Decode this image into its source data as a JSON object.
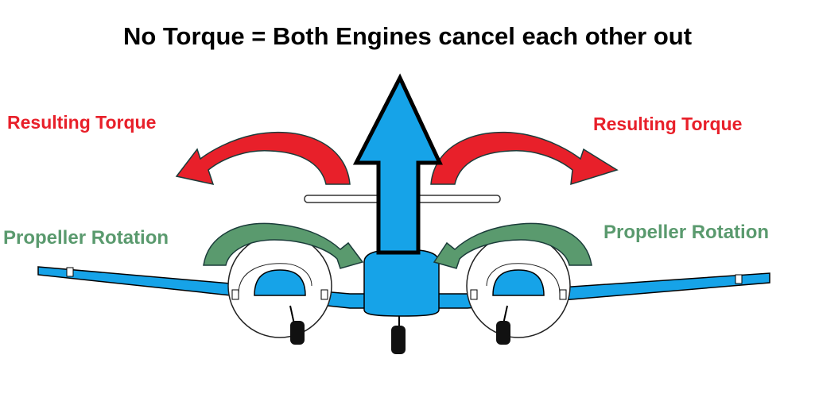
{
  "title": "No Torque = Both Engines cancel each other out",
  "labels": {
    "torque_left": "Resulting Torque",
    "torque_right": "Resulting Torque",
    "prop_left": "Propeller Rotation",
    "prop_right": "Propeller Rotation"
  },
  "colors": {
    "torque": "#e8202a",
    "propeller": "#5a9a6e",
    "thrust_arrow": "#16a3e8",
    "aircraft_blue": "#16a3e8",
    "outline": "#000000"
  },
  "icons": {
    "thrust": "up-arrow-icon",
    "torque_left": "curved-arrow-left-icon",
    "torque_right": "curved-arrow-right-icon",
    "prop_left": "curved-arrow-clockwise-icon",
    "prop_right": "curved-arrow-counterclockwise-icon",
    "aircraft": "twin-engine-aircraft-front-view"
  }
}
